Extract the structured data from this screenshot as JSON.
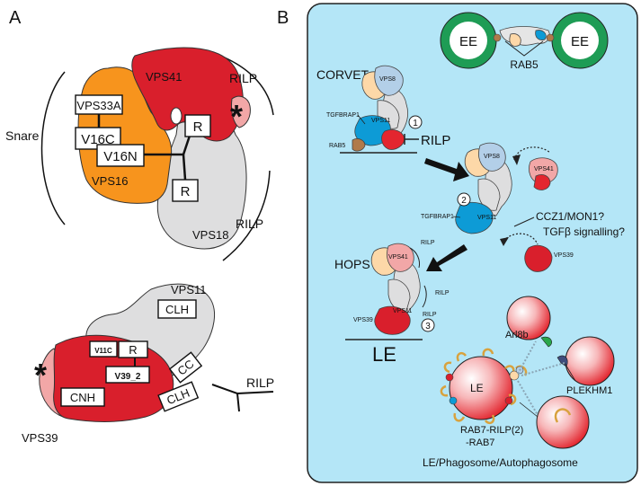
{
  "colors": {
    "panel_bg": "#b4e6f7",
    "vps41_red": "#d91f2c",
    "vps16_orange": "#f7941d",
    "vps18_grey": "#dededf",
    "vps39_pink": "#f2a7a7",
    "vps11_blue": "#0d9bd6",
    "vps8_light_blue": "#b3cfe8",
    "peach": "#fdd8a8",
    "ee_green": "#1e9c55",
    "le_red": "#e3262f",
    "rab7_orange": "#d8a23e",
    "arl8b_green": "#28a64a",
    "plekhm1_navy": "#3e4c7c"
  },
  "panel_a": {
    "letter": "A",
    "top": {
      "vps41": "VPS41",
      "rilp_top": "RILP",
      "star": "*",
      "snare": "Snare",
      "vps33a": "VPS33A",
      "v16c": "V16C",
      "v16n": "V16N",
      "r1": "R",
      "r2": "R",
      "vps16": "VPS16",
      "vps18": "VPS18",
      "rilp_bottom": "RILP"
    },
    "bottom": {
      "vps11": "VPS11",
      "clh_top": "CLH",
      "v11c": "V11C",
      "r": "R",
      "cc": "CC",
      "v39_2": "V39_2",
      "rilp": "RILP",
      "star": "*",
      "cnh": "CNH",
      "clh_bottom": "CLH",
      "vps39": "VPS39"
    }
  },
  "panel_b": {
    "letter": "B",
    "ee_left": "EE",
    "ee_right": "EE",
    "rab5_top": "RAB5",
    "corvet": "CORVET",
    "vps8_1": "VPS8",
    "tgfbrap1_1": "TGFBRAP1",
    "vps11_1": "VPS11",
    "step1": "1",
    "rilp_1": "RILP",
    "rab5_small": "RAB5",
    "vps8_2": "VPS8",
    "vps41_free": "VPS41",
    "step2": "2",
    "tgfbrap1_2": "TGFBRAP1",
    "vps11_2": "VPS11",
    "ccz1": "CCZ1/MON1?",
    "tgfb": "TGFβ signalling?",
    "vps39_free": "VPS39",
    "hops": "HOPS",
    "rilp_h1": "RILP",
    "vps41_h": "VPS41",
    "rilp_h2": "RILP",
    "vps39_h": "VPS39",
    "vps11_h": "VPS11",
    "rilp_h3": "RILP",
    "step3": "3",
    "le": "LE",
    "arl8b": "Arl8b",
    "le_inner": "LE",
    "plekhm1": "PLEKHM1",
    "rab7_line1": "RAB7-RILP(2)",
    "rab7_line2": "-RAB7",
    "bottom_label": "LE/Phagosome/Autophagosome"
  }
}
